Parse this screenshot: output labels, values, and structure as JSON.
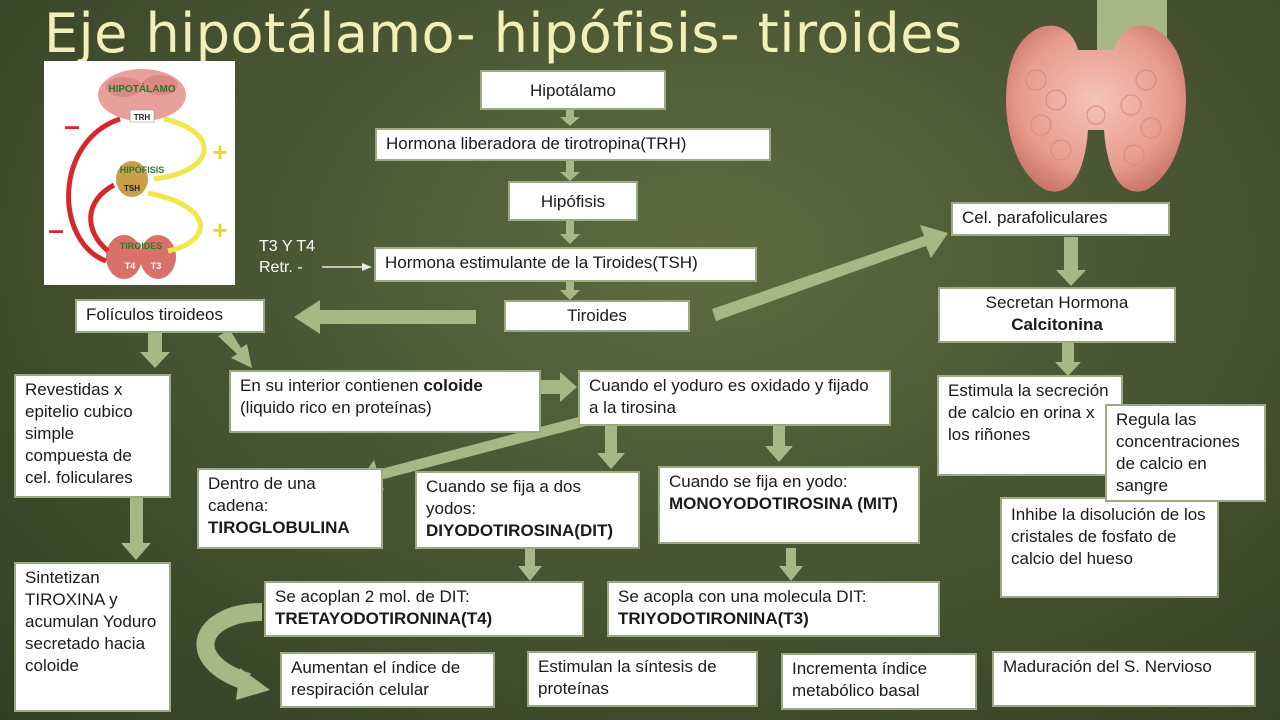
{
  "title": "Eje hipotálamo- hipófisis- tiroides",
  "colors": {
    "arrow": "#a7b786",
    "box_border": "#9aab84",
    "title": "#f2f0b8",
    "background": "#4a5633"
  },
  "inset": {
    "hypothalamus": "HIPOTÁLAMO",
    "trh": "TRH",
    "pituitary": "HIPÓFISIS",
    "tsh": "TSH",
    "thyroid": "TIROIDES",
    "t4": "T4",
    "t3": "T3",
    "minus": "–",
    "plus": "+"
  },
  "side_note": {
    "line1": "T3 Y T4",
    "line2": "Retr. -"
  },
  "nodes": {
    "hipotalamo": "Hipotálamo",
    "trh": "Hormona liberadora de tirotropina(TRH)",
    "hipofisis": "Hipófisis",
    "tsh": "Hormona estimulante de la Tiroides(TSH)",
    "tiroides": "Tiroides",
    "foliculos": "Folículos tiroideos",
    "revestidas": "Revestidas x epitelio cubico simple compuesta de cel. foliculares",
    "sintetizan": "Sintetizan TIROXINA y acumulan Yoduro secretado hacia coloide",
    "coloide_pre": "En su interior contienen ",
    "coloide_bold": "coloide",
    "coloide_post": "(liquido rico en proteínas)",
    "yoduro": "Cuando el yoduro es oxidado y fijado a la tirosina",
    "cadena_pre": "Dentro de una cadena:",
    "cadena_bold": "TIROGLOBULINA",
    "dos_yodos_pre": "Cuando se fija a dos yodos:",
    "dos_yodos_bold": "DIYODOTIROSINA(DIT)",
    "yodo_pre": "Cuando se fija en yodo:",
    "yodo_bold": "MONOYODOTIROSINA (MIT)",
    "t4_pre": "Se acoplan 2 mol. de DIT:",
    "t4_bold": "TRETAYODOTIRONINA(T4)",
    "t3_pre": "Se acopla con una molecula DIT:",
    "t3_bold": "TRIYODOTIRONINA(T3)",
    "respiracion": "Aumentan el índice de respiración celular",
    "proteinas": "Estimulan la síntesis de proteínas",
    "metabolico": "Incrementa índice metabólico basal",
    "nervioso": "Maduración del S. Nervioso",
    "parafoliculares": "Cel. parafoliculares",
    "calcitonina_pre": "Secretan Hormona",
    "calcitonina_bold": "Calcitonina",
    "estimula": "Estimula la secreción de calcio en orina x los riñones",
    "regula": "Regula las concentraciones de calcio en sangre",
    "inhibe": "Inhibe la disolución de los cristales de fosfato de calcio del hueso"
  }
}
